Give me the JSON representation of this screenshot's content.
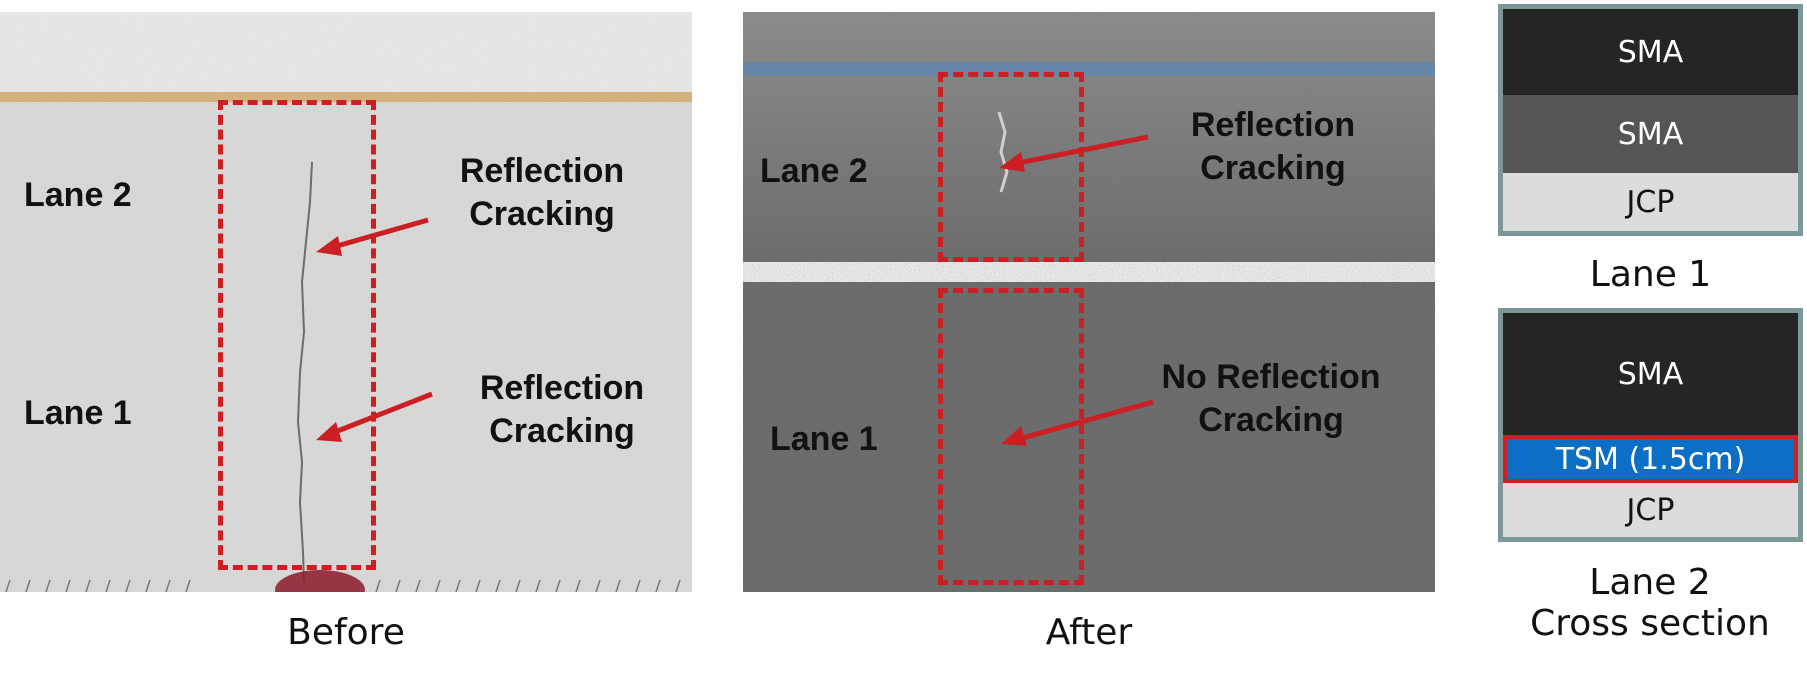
{
  "before_panel": {
    "caption": "Before",
    "lane2": "Lane 2",
    "lane1": "Lane 1",
    "annotation_top": "Reflection\nCracking",
    "annotation_bottom": "Reflection\nCracking"
  },
  "after_panel": {
    "caption": "After",
    "lane2": "Lane 2",
    "lane1": "Lane 1",
    "annotation_top": "Reflection\nCracking",
    "annotation_bottom": "No Reflection\nCracking"
  },
  "cross_section": {
    "lane1": {
      "caption": "Lane 1",
      "layers": [
        "SMA",
        "SMA",
        "JCP"
      ]
    },
    "lane2": {
      "caption": "Lane 2\nCross section",
      "layers": [
        "SMA",
        "TSM (1.5cm)",
        "JCP"
      ]
    }
  },
  "colors": {
    "highlight": "#cc1f24",
    "tsm_layer": "#0c6fc6",
    "frame": "#7c9797"
  }
}
